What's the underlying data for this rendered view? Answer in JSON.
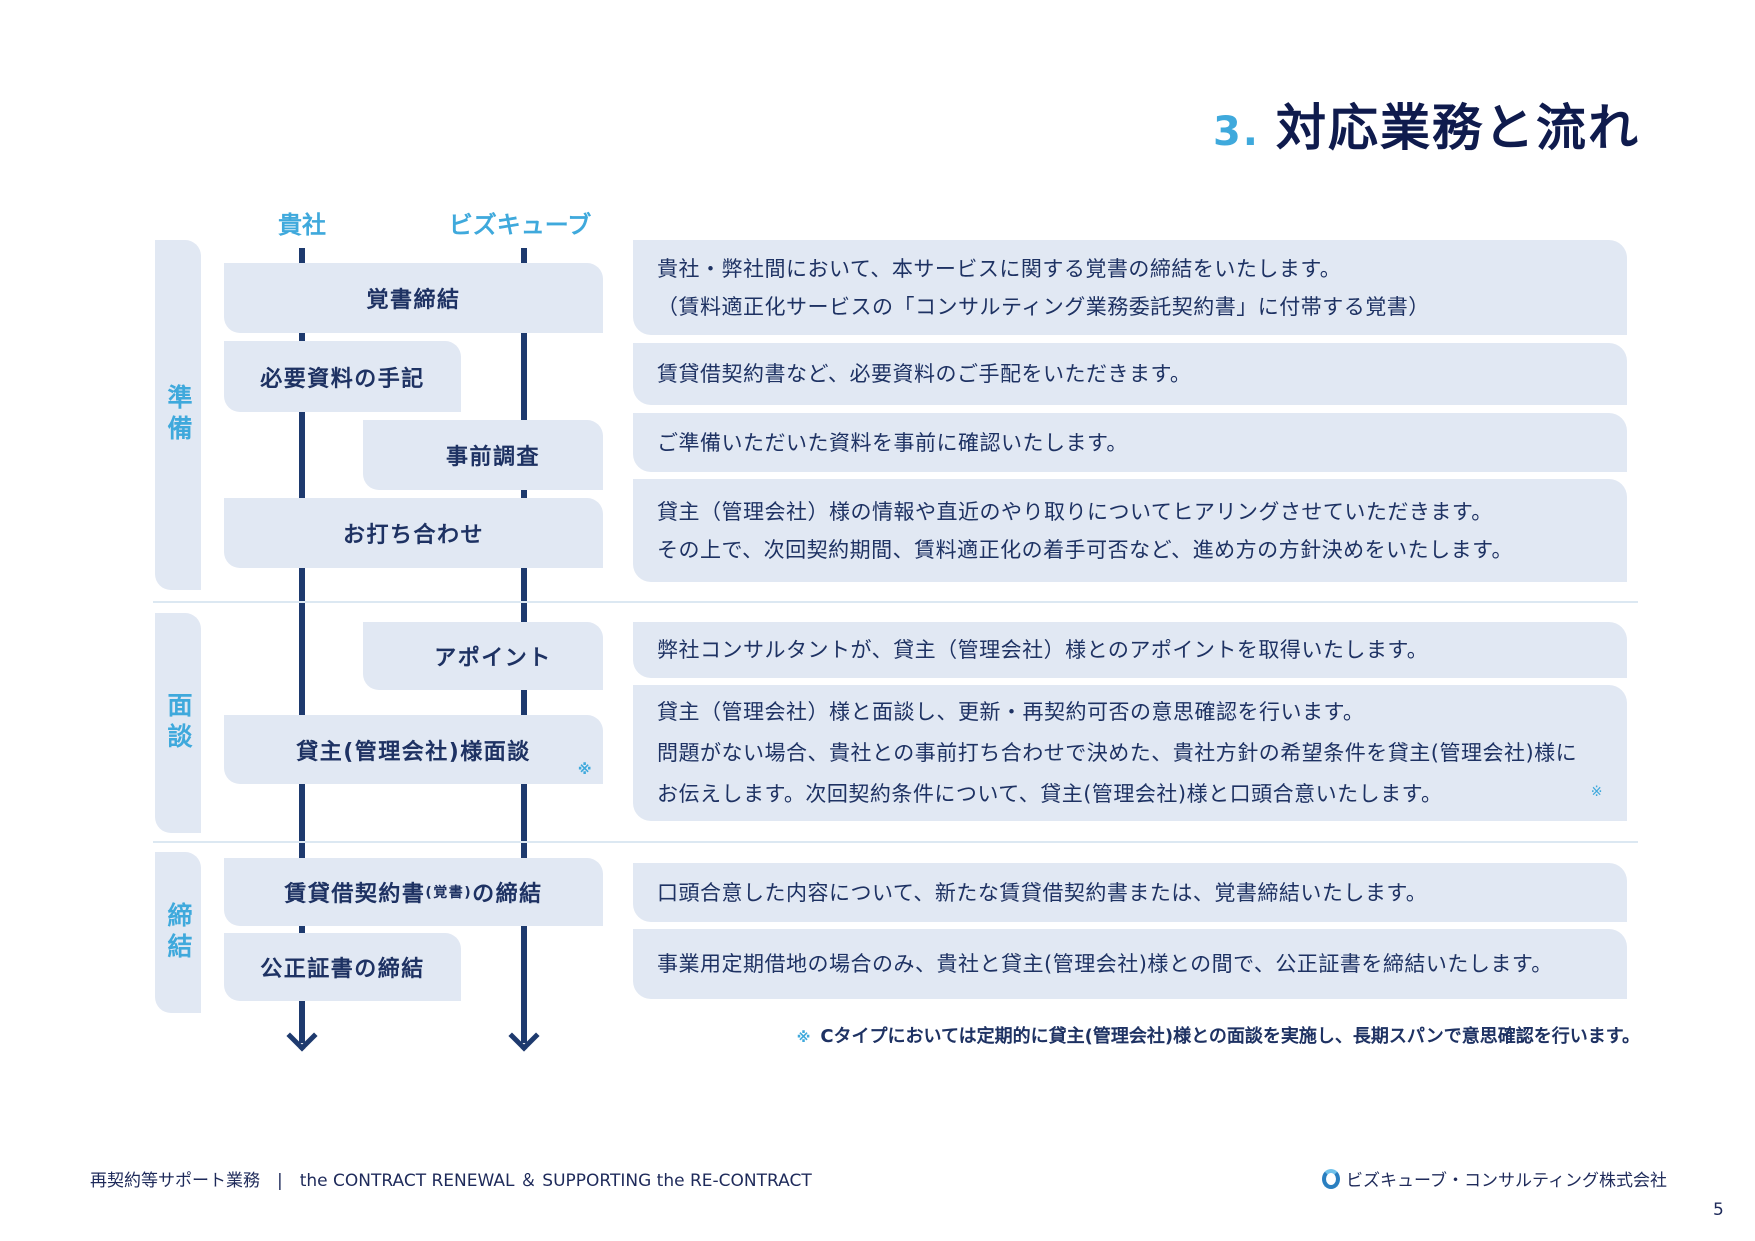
{
  "title": {
    "number": "3.",
    "text": "対応業務と流れ"
  },
  "columns": {
    "client": "貴社",
    "bizcube": "ビズキューブ"
  },
  "phases": [
    "準備",
    "面談",
    "締結"
  ],
  "steps": [
    "覚書締結",
    "必要資料の手記",
    "事前調査",
    "お打ち合わせ",
    "アポイント",
    "貸主(管理会社)様面談",
    "賃貸借契約書",
    "(覚書)",
    "の締結",
    "公正証書の締結"
  ],
  "step_mark": "※",
  "descriptions": [
    [
      "貴社・弊社間において、本サービスに関する覚書の締結をいたします。",
      "（賃料適正化サービスの「コンサルティング業務委託契約書」に付帯する覚書）"
    ],
    [
      "賃貸借契約書など、必要資料のご手配をいただきます。"
    ],
    [
      "ご準備いただいた資料を事前に確認いたします。"
    ],
    [
      "貸主（管理会社）様の情報や直近のやり取りについてヒアリングさせていただきます。",
      "その上で、次回契約期間、賃料適正化の着手可否など、進め方の方針決めをいたします。"
    ],
    [
      "弊社コンサルタントが、貸主（管理会社）様とのアポイントを取得いたします。"
    ],
    [
      "貸主（管理会社）様と面談し、更新・再契約可否の意思確認を行います。",
      "問題がない場合、貴社との事前打ち合わせで決めた、貴社方針の希望条件を貸主(管理会社)様に",
      "お伝えします。次回契約条件について、貸主(管理会社)様と口頭合意いたします。"
    ],
    [
      "口頭合意した内容について、新たな賃貸借契約書または、覚書締結いたします。"
    ],
    [
      "事業用定期借地の場合のみ、貴社と貸主(管理会社)様との間で、公正証書を締結いたします。"
    ]
  ],
  "note": {
    "mark": "※",
    "text": "Cタイプにおいては定期的に貸主(管理会社)様との面談を実施し、長期スパンで意思確認を行います。"
  },
  "footer": {
    "left": "再契約等サポート業務　|　the CONTRACT RENEWAL ＆ SUPPORTING the RE-CONTRACT",
    "company": "ビズキューブ・コンサルティング株式会社",
    "page": "5"
  },
  "colors": {
    "navy": "#1e3263",
    "accent": "#3fa9dc",
    "box": "#e1e8f3"
  }
}
